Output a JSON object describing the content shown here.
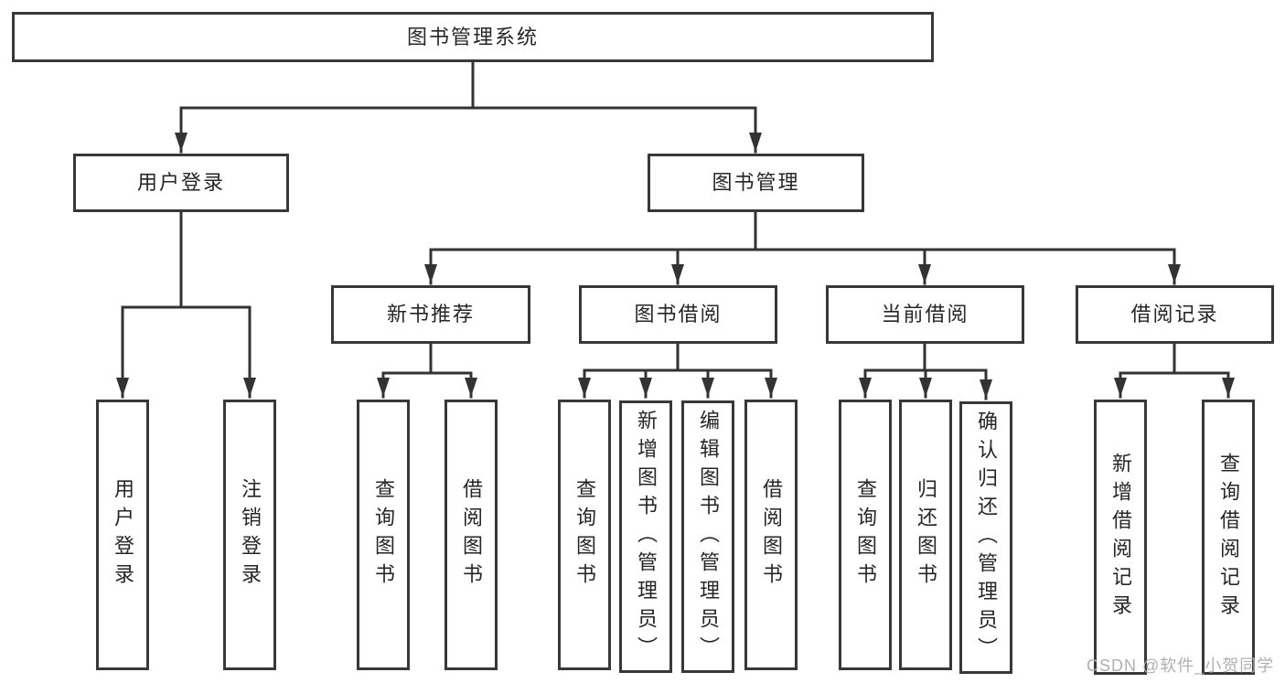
{
  "tree": {
    "root": {
      "label": "图书管理系统"
    },
    "branches": [
      {
        "label": "用户登录",
        "children": [
          {
            "label": "用户登录"
          },
          {
            "label": "注销登录"
          }
        ]
      },
      {
        "label": "图书管理",
        "children": [
          {
            "label": "新书推荐",
            "children": [
              {
                "label": "查询图书"
              },
              {
                "label": "借阅图书"
              }
            ]
          },
          {
            "label": "图书借阅",
            "children": [
              {
                "label": "查询图书"
              },
              {
                "label": "新增图书（管理员）"
              },
              {
                "label": "编辑图书（管理员）"
              },
              {
                "label": "借阅图书"
              }
            ]
          },
          {
            "label": "当前借阅",
            "children": [
              {
                "label": "查询图书"
              },
              {
                "label": "归还图书"
              },
              {
                "label": "确认归还（管理员）"
              }
            ]
          },
          {
            "label": "借阅记录",
            "children": [
              {
                "label": "新增借阅记录"
              },
              {
                "label": "查询借阅记录"
              }
            ]
          }
        ]
      }
    ]
  },
  "watermark": {
    "text": "CSDN @软件_小贺同学"
  },
  "colors": {
    "background": "#ffffff",
    "line": "#333333",
    "box_border": "#383838",
    "text": "#262626",
    "watermark": "#b0b0b0"
  }
}
